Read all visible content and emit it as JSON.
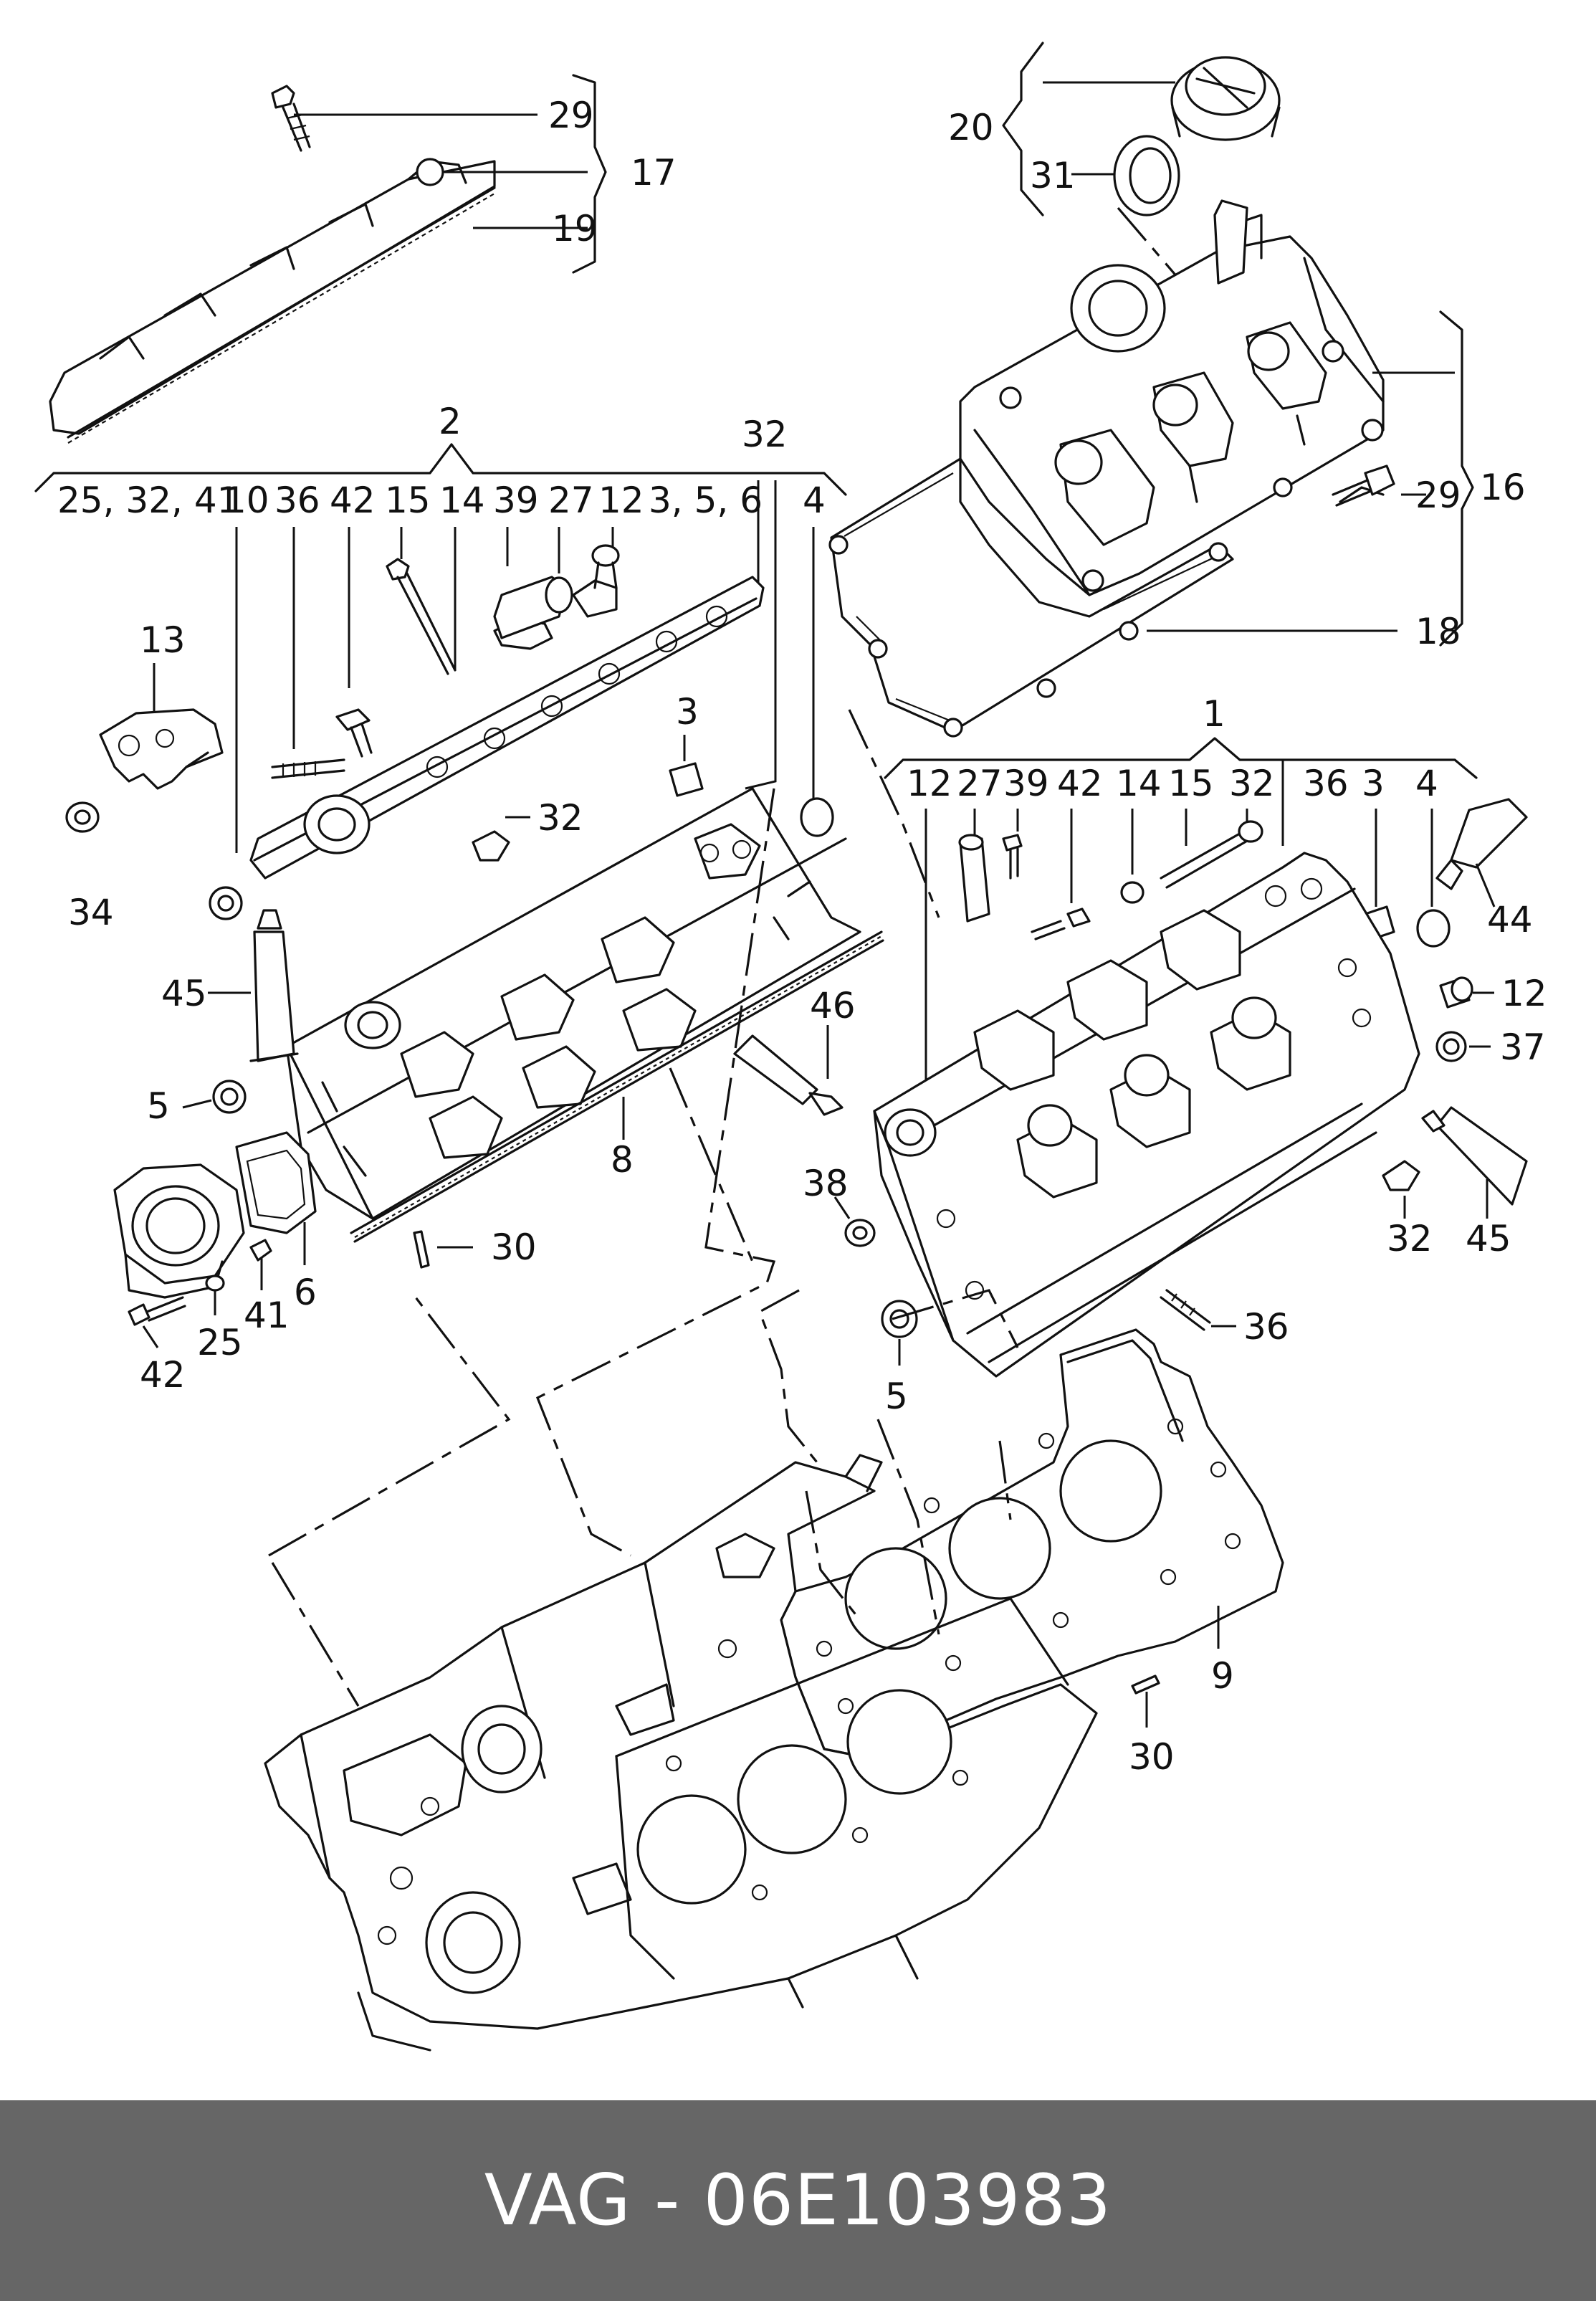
{
  "callouts": {
    "c29a": "29",
    "c17": "17",
    "c19": "19",
    "c20": "20",
    "c31": "31",
    "c2": "2",
    "c32a": "32",
    "c25_32_41": "25, 32, 41",
    "c10": "10",
    "c36a": "36",
    "c42a": "42",
    "c15a": "15",
    "c14a": "14",
    "c39a": "39",
    "c27a": "27",
    "c12a": "12",
    "c3_5_6": "3, 5, 6",
    "c4a": "4",
    "c29b": "29",
    "c16": "16",
    "c18": "18",
    "c13": "13",
    "c34": "34",
    "c3a": "3",
    "c32b": "32",
    "c45a": "45",
    "c5a": "5",
    "c46": "46",
    "c8": "8",
    "c30a": "30",
    "c6": "6",
    "c41": "41",
    "c25": "25",
    "c42b": "42",
    "c1": "1",
    "c12b": "12",
    "c27b": "27",
    "c39b": "39",
    "c42c": "42",
    "c14b": "14",
    "c15b": "15",
    "c32c": "32",
    "c36b": "36",
    "c3b": "3",
    "c4b": "4",
    "c44": "44",
    "c12c": "12",
    "c37": "37",
    "c38": "38",
    "c32d": "32",
    "c45b": "45",
    "c36c": "36",
    "c5b": "5",
    "c9": "9",
    "c30b": "30"
  },
  "footer": {
    "title": "VAG - 06E103983"
  }
}
